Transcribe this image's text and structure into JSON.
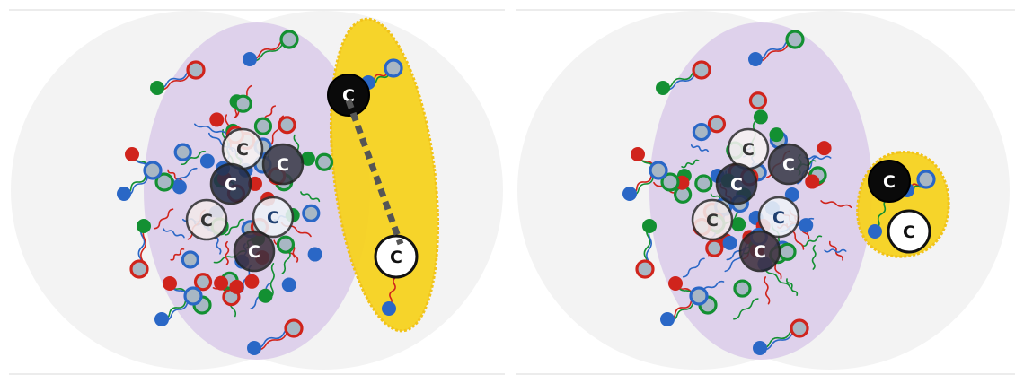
{
  "colors": {
    "background": "#ffffff",
    "grey_circle": "#f3f3f3",
    "purple_ellipse": "#dccdea",
    "yellow_region": "#f7d320",
    "yellow_edge": "#f1c10e",
    "link_dash": "#555555",
    "red": "#d0241c",
    "green": "#139032",
    "blue": "#2a67c6",
    "token_fill": "#a8b7c4"
  },
  "panels": [
    {
      "id": "left",
      "yellow_shape": "elongated-ellipse",
      "dashed_link": true,
      "labels": {
        "outer_c_black": "C",
        "outer_c_white": "C",
        "inner_c_1": "C",
        "inner_c_2": "C",
        "inner_c_3": "C",
        "inner_c_4": "C",
        "inner_c_5": "C",
        "inner_c_6": "C"
      }
    },
    {
      "id": "right",
      "yellow_shape": "compact-blob",
      "dashed_link": false,
      "labels": {
        "outer_c_black": "C",
        "outer_c_white": "C",
        "inner_c_1": "C",
        "inner_c_2": "C",
        "inner_c_3": "C",
        "inner_c_4": "C",
        "inner_c_5": "C",
        "inner_c_6": "C"
      }
    }
  ]
}
